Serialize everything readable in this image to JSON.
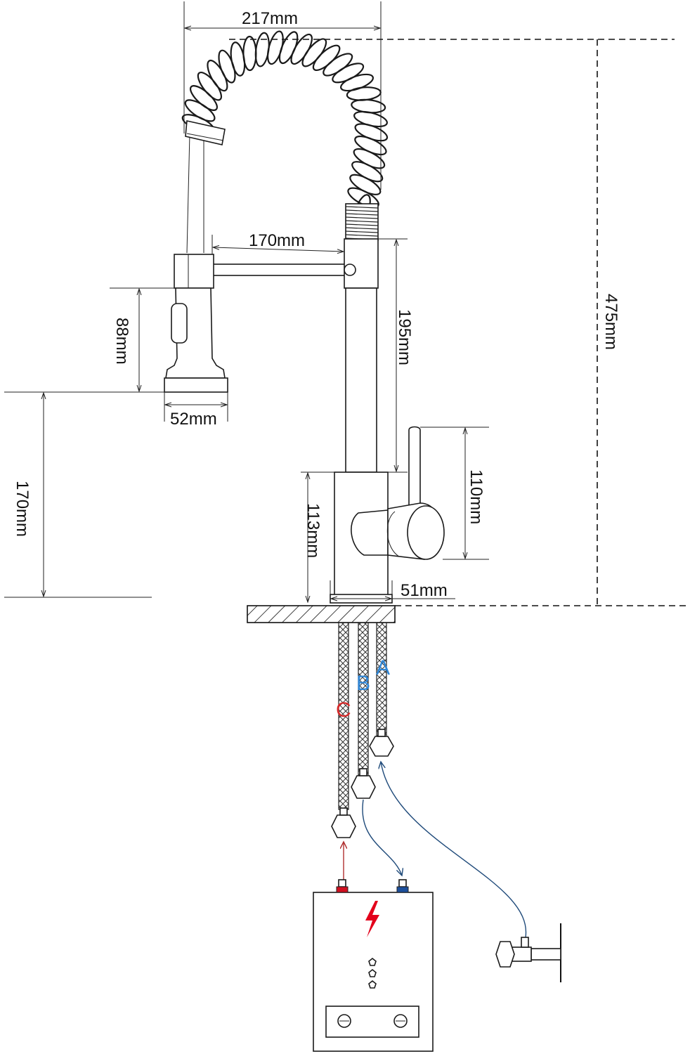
{
  "dimensions": {
    "spout_reach": "217mm",
    "handle_to_body": "170mm",
    "total_height": "475mm",
    "upper_body": "195mm",
    "spray_head_height": "88mm",
    "spray_head_width": "52mm",
    "spout_clearance": "170mm",
    "body_height": "113mm",
    "lever_height": "110mm",
    "base_diameter": "51mm"
  },
  "connections": {
    "a": {
      "label": "A",
      "color": "#2f86d6"
    },
    "b": {
      "label": "B",
      "color": "#2f86d6"
    },
    "c": {
      "label": "C",
      "color": "#d62a2a"
    }
  },
  "colors": {
    "hot": "#d10f1f",
    "cold": "#1c4f9c",
    "flow_hot": "#b03030",
    "flow_cold": "#1f4a7a",
    "lightning": "#e3001b"
  },
  "icons": {
    "heater": "water-heater-icon",
    "power": "lightning-icon",
    "valve": "angle-valve-icon"
  }
}
